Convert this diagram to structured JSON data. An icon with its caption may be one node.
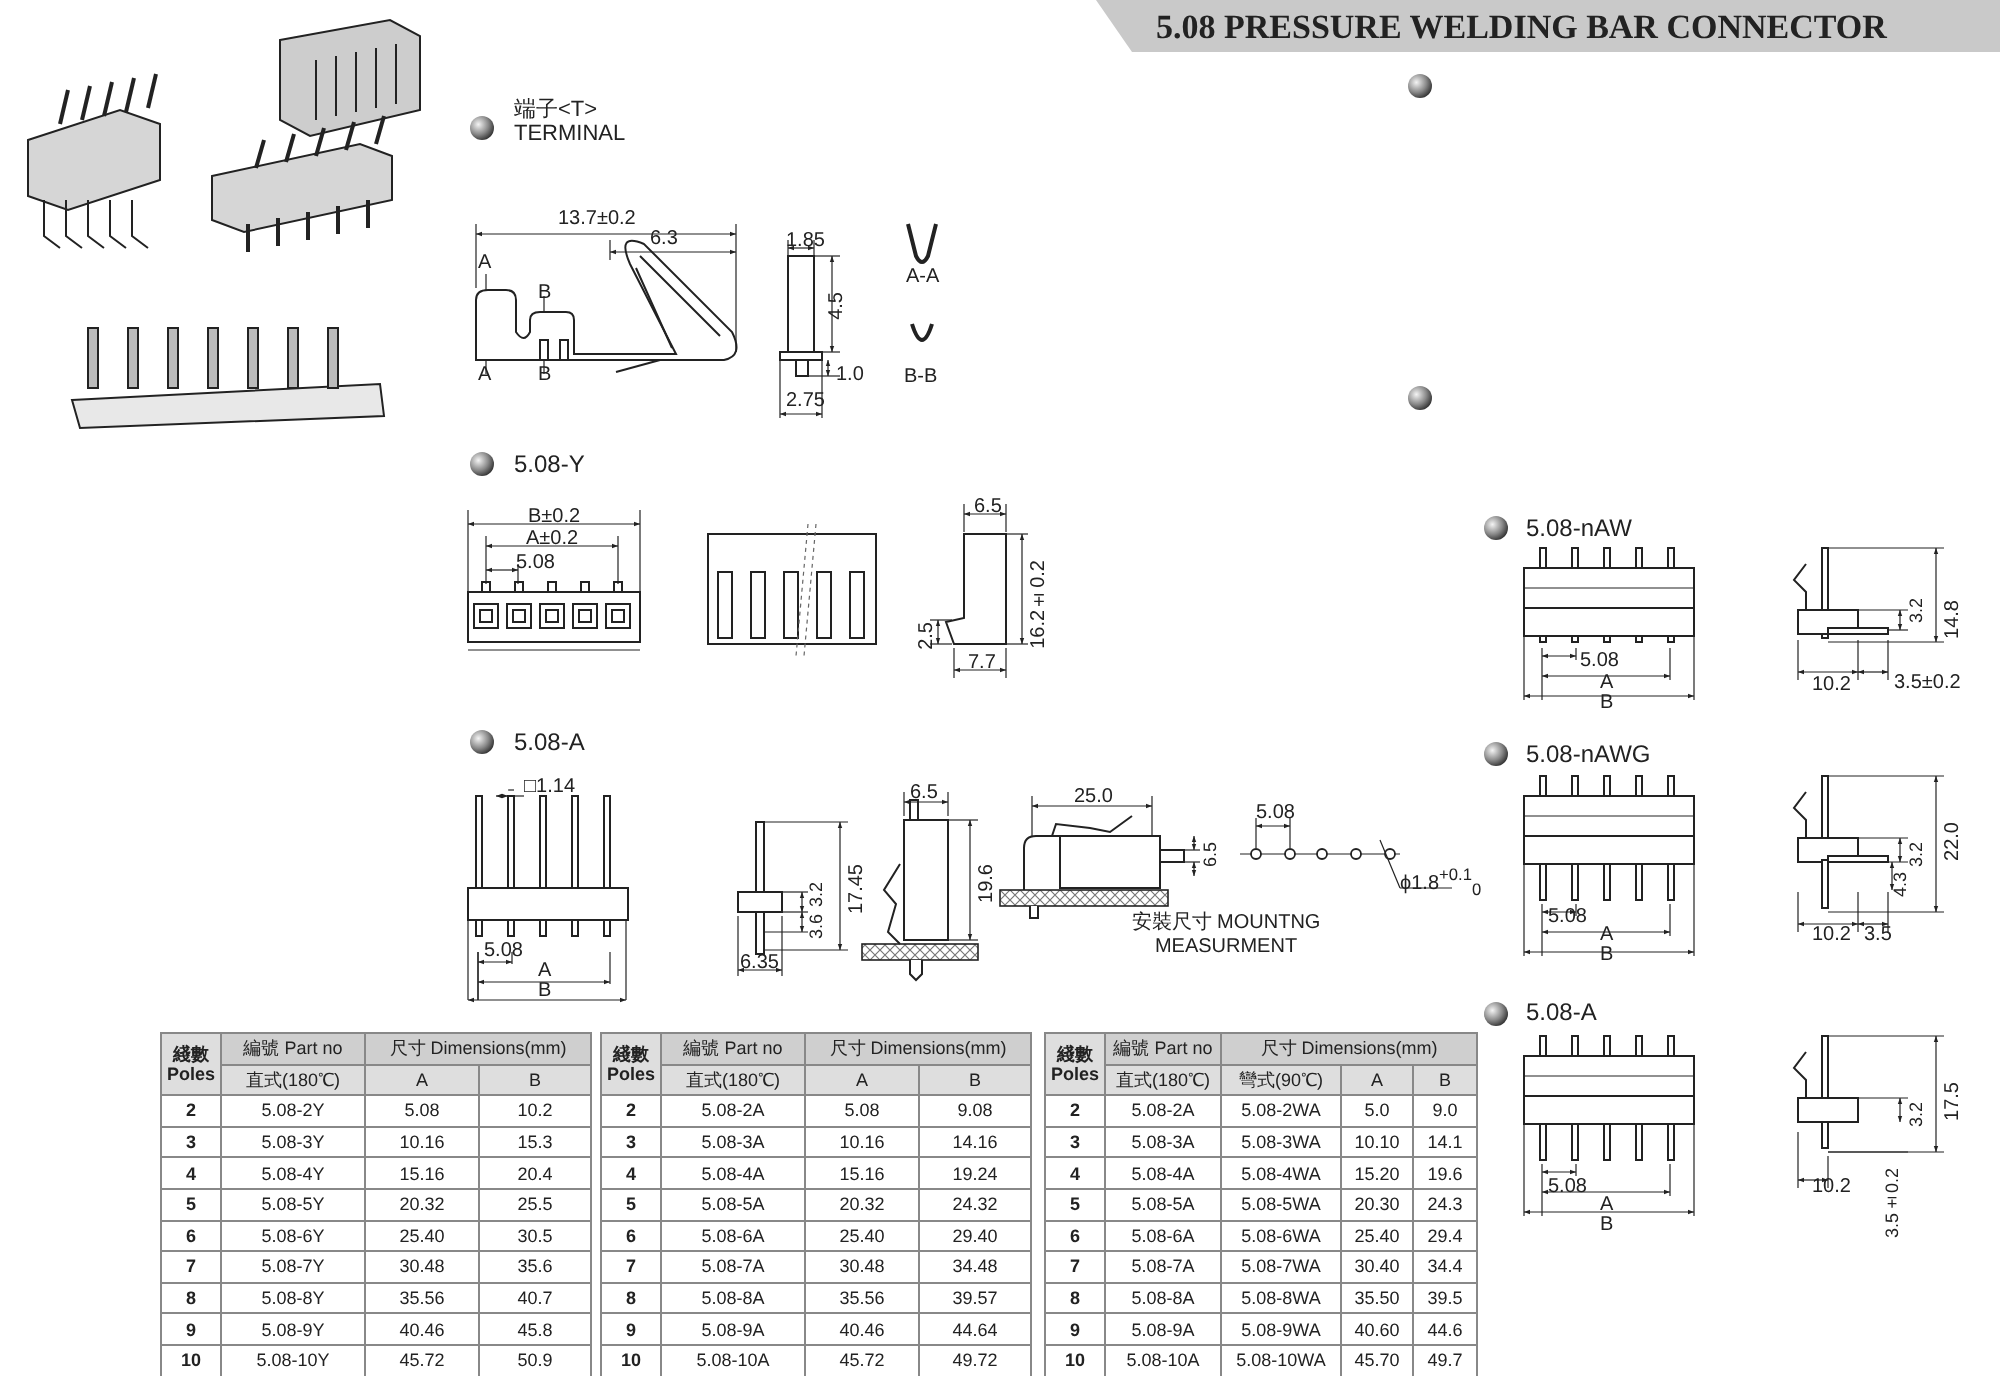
{
  "diagram": {
    "title": "5.08 PRESSURE WELDING BAR CONNECTOR",
    "labels": [
      "端子<T> TERMINAL",
      "13.7±0.2",
      "6.3",
      "A",
      "B",
      "A",
      "B",
      "1.85",
      "4.5",
      "1.0",
      "2.75",
      "A-A",
      "B-B",
      "5.08-Y",
      "B±0.2",
      "A±0.2",
      "5.08",
      "6.5",
      "16.2±0.2",
      "2.5",
      "7.7",
      "5.08-A",
      "□1.14",
      "5.08",
      "A",
      "B",
      "17.45",
      "3.2",
      "3.6",
      "6.35",
      "6.5",
      "19.6",
      "25.0",
      "6.5",
      "安裝尺寸 MOUNTNG MEASURMENT",
      "5.08",
      "ϕ1.8$^{+0.1}$$_{0}$",
      "5.08-nAW",
      "5.08",
      "A",
      "B",
      "3.2",
      "14.8",
      "10.2",
      "3.5±0.2",
      "5.08-nAWG",
      "5.08",
      "A",
      "B",
      "22.0",
      "4.3",
      "3.2",
      "10.2",
      "3.5",
      "5.08-A",
      "5.08",
      "A",
      "B",
      "3.2",
      "17.5",
      "10.2",
      "3.5±0.2",
      "綫數 Poles",
      "編號 Part no",
      "尺寸 Dimensions(mm)",
      "直式(180℃)",
      "A",
      "B",
      "2",
      "5.08-2Y",
      "5.08",
      "10.2",
      "3",
      "5.08-3Y",
      "10.16",
      "15.3",
      "4",
      "5.08-4Y",
      "15.16",
      "20.4",
      "5",
      "5.08-5Y",
      "20.32",
      "25.5",
      "6",
      "5.08-6Y",
      "25.40",
      "30.5",
      "7",
      "5.08-7Y",
      "30.48",
      "35.6",
      "8",
      "5.08-8Y",
      "35.56",
      "40.7",
      "9",
      "5.08-9Y",
      "40.46",
      "45.8",
      "10",
      "5.08-10Y",
      "45.72",
      "50.9",
      "綫數 Poles",
      "編號 Part no",
      "尺寸 Dimensions(mm)",
      "直式(180℃)",
      "A",
      "B",
      "2",
      "5.08-2A",
      "5.08",
      "9.08",
      "3",
      "5.08-3A",
      "10.16",
      "14.16",
      "4",
      "5.08-4A",
      "15.16",
      "19.24",
      "5",
      "5.08-5A",
      "20.32",
      "24.32",
      "6",
      "5.08-6A",
      "25.40",
      "29.40",
      "7",
      "5.08-7A",
      "30.48",
      "34.48",
      "8",
      "5.08-8A",
      "35.56",
      "39.57",
      "9",
      "5.08-9A",
      "40.46",
      "44.64",
      "10",
      "5.08-10A",
      "45.72",
      "49.72",
      "綫數 Poles",
      "編號 Part no",
      "尺寸 Dimensions(mm)",
      "直式(180℃)",
      "彎式(90℃)",
      "A",
      "B",
      "2",
      "5.08-2A",
      "5.08-2WA",
      "5.0",
      "9.0",
      "3",
      "5.08-3A",
      "5.08-3WA",
      "10.10",
      "14.1",
      "4",
      "5.08-4A",
      "5.08-4WA",
      "15.20",
      "19.6",
      "5",
      "5.08-5A",
      "5.08-5WA",
      "20.30",
      "24.3",
      "6",
      "5.08-6A",
      "5.08-6WA",
      "25.40",
      "29.4",
      "7",
      "5.08-7A",
      "5.08-7WA",
      "30.40",
      "34.4",
      "8",
      "5.08-8A",
      "5.08-8WA",
      "35.50",
      "39.5",
      "9",
      "5.08-9A",
      "5.08-9WA",
      "40.60",
      "44.6",
      "10",
      "5.08-10A",
      "5.08-10WA",
      "45.70",
      "49.7"
    ]
  }
}
